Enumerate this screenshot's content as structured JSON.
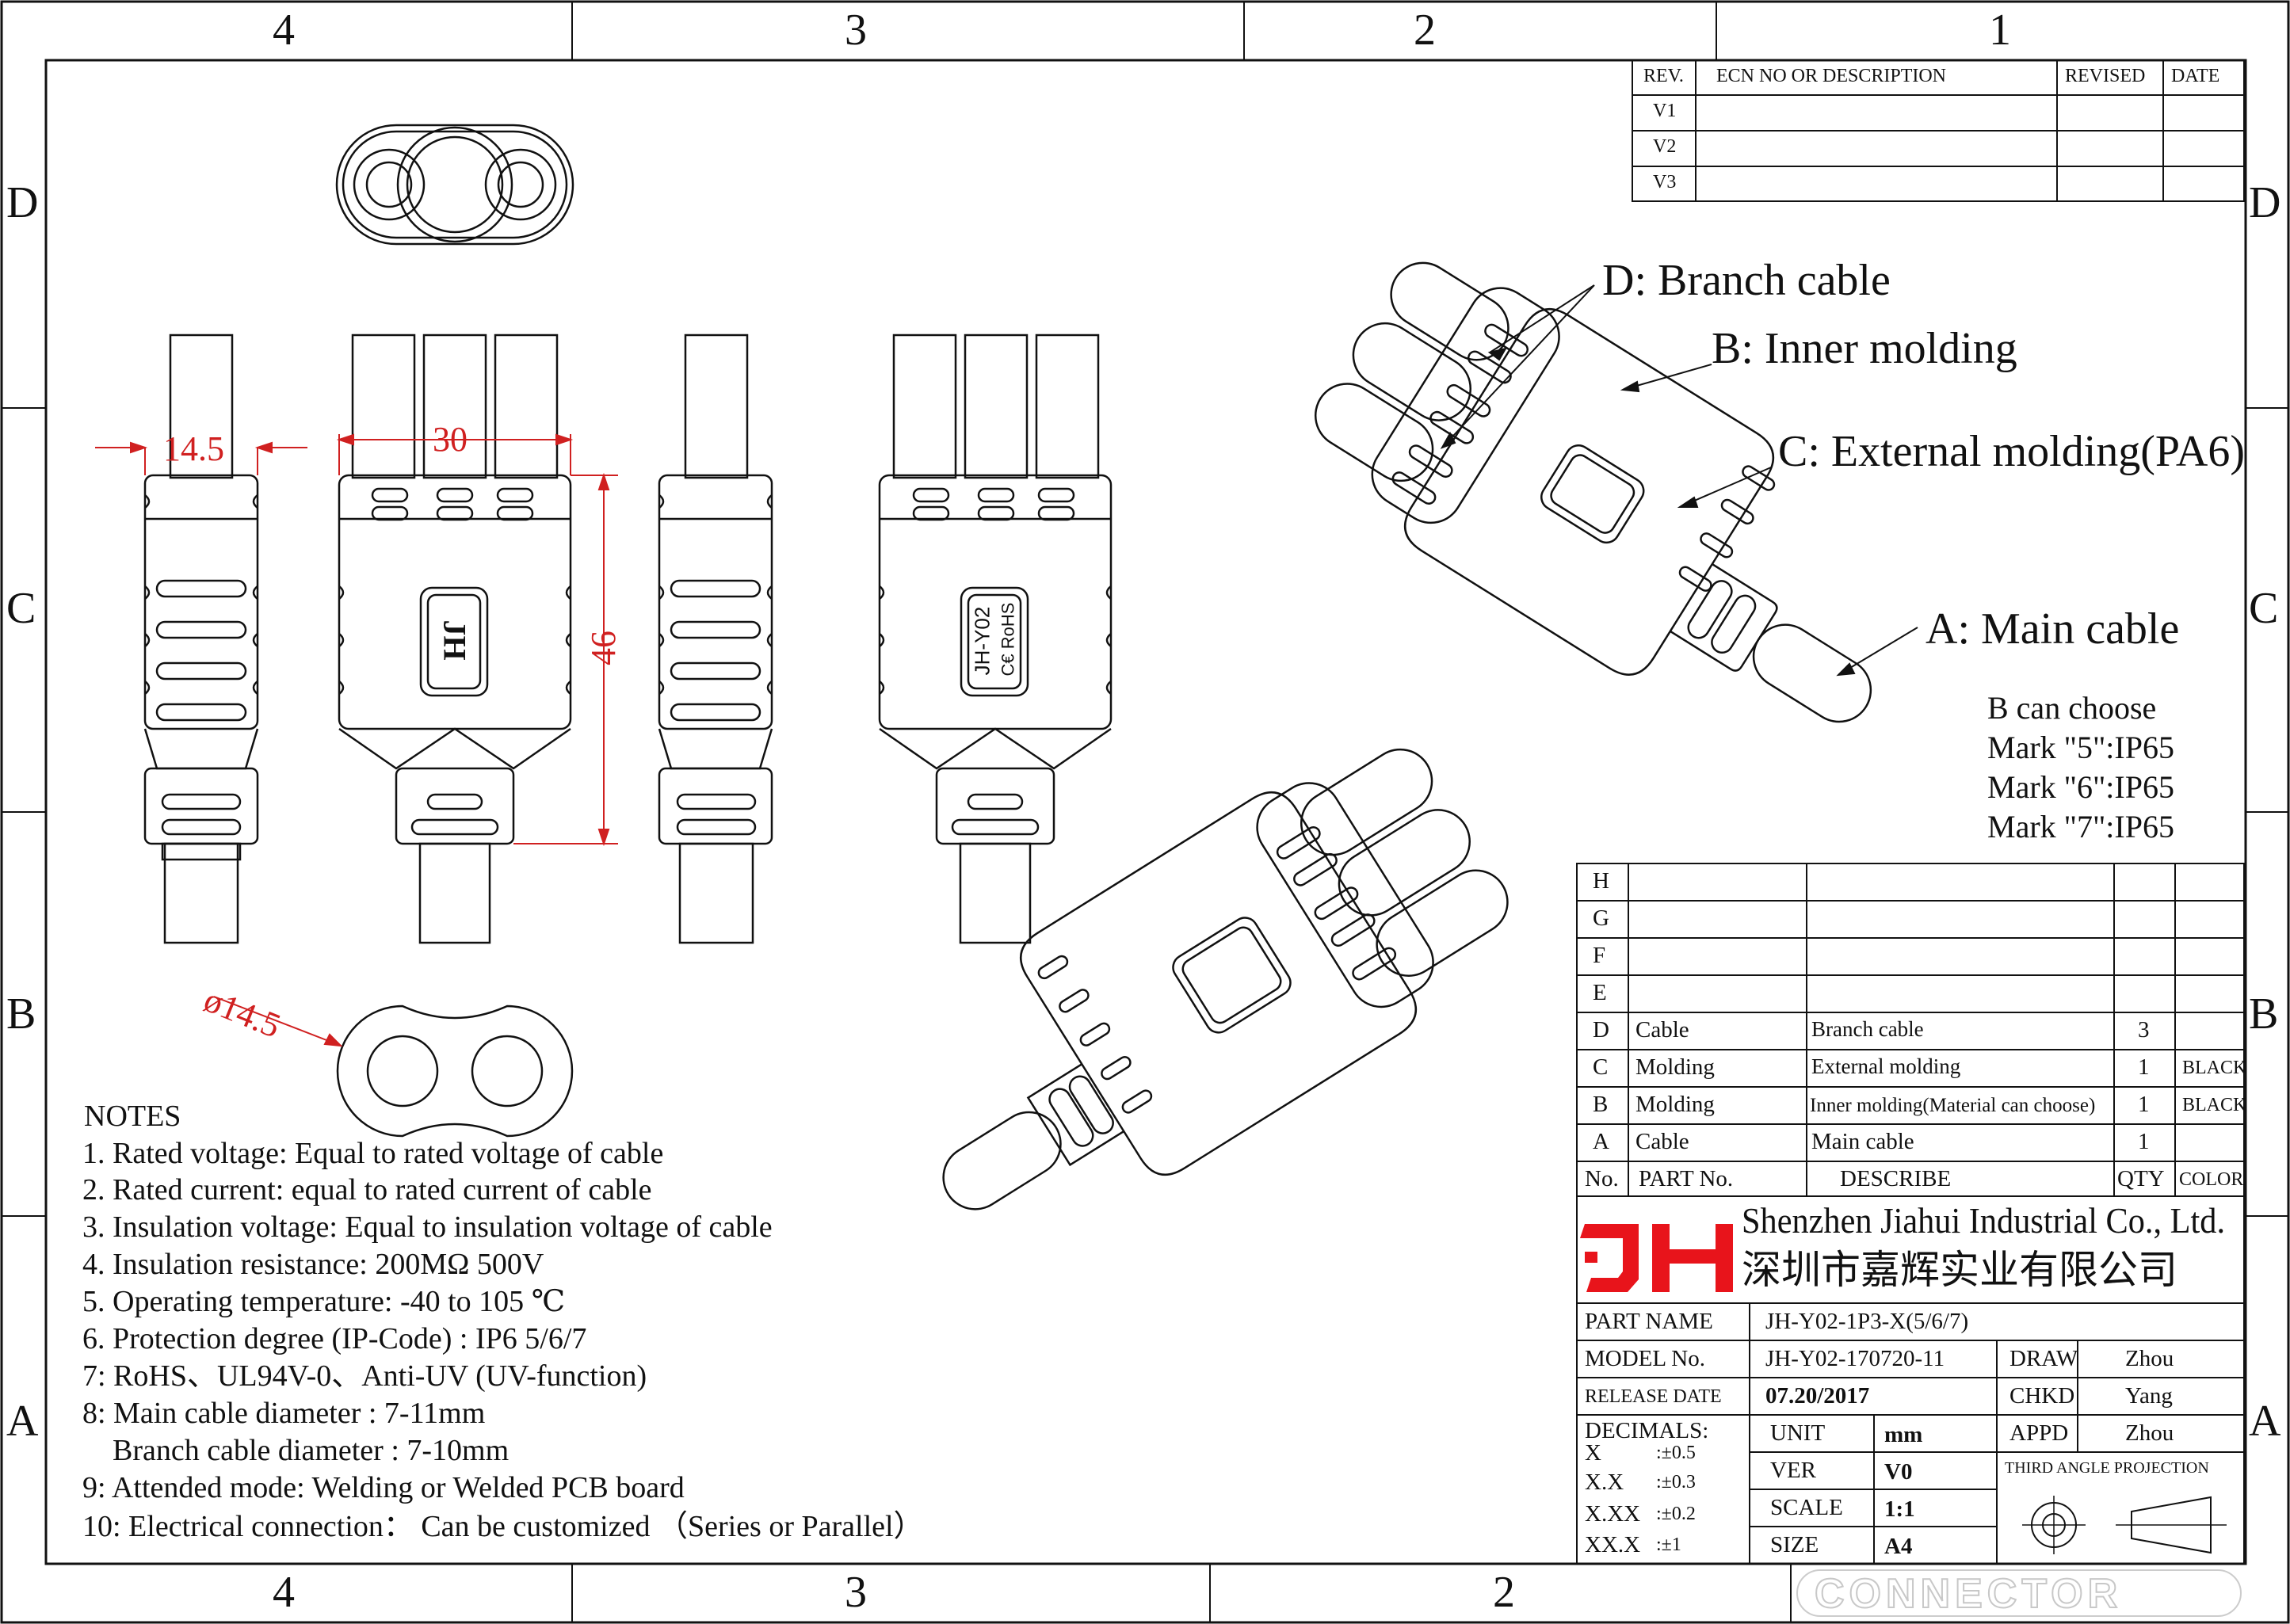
{
  "zones": {
    "top": [
      "4",
      "3",
      "2",
      "1"
    ],
    "bottom": [
      "4",
      "3",
      "2"
    ],
    "left": [
      "D",
      "C",
      "B",
      "A"
    ],
    "right": [
      "D",
      "C",
      "B",
      "A"
    ]
  },
  "revision_table": {
    "headers": [
      "REV.",
      "ECN NO OR DESCRIPTION",
      "REVISED",
      "DATE"
    ],
    "rows": [
      "V1",
      "V2",
      "V3"
    ]
  },
  "dimensions": {
    "width_side": "14.5",
    "width_front": "30",
    "height": "46",
    "diameter": "ø14.5"
  },
  "logo_marks": {
    "front_logo": "JH",
    "rear_model": "JH-Y02",
    "rear_cert": "C€ RoHS"
  },
  "callouts": {
    "branch": "D: Branch cable",
    "inner": "B: Inner molding",
    "external": "C: External molding(PA6)",
    "main": "A: Main cable"
  },
  "choose_note": [
    "B can choose",
    "Mark \"5\":IP65",
    "Mark \"6\":IP65",
    "Mark \"7\":IP65"
  ],
  "notes": {
    "title": "NOTES",
    "items": [
      "1. Rated voltage: Equal to rated voltage of cable",
      "2. Rated current: equal to rated  current of cable",
      "3. Insulation voltage: Equal to insulation voltage of cable",
      "4. Insulation resistance: 200MΩ 500V",
      "5. Operating temperature: -40 to 105 ℃",
      "6. Protection degree (IP-Code) : IP6 5/6/7",
      "7: RoHS、UL94V-0、Anti-UV (UV-function)",
      "8: Main cable diameter : 7-11mm",
      "    Branch cable diameter : 7-10mm",
      "9: Attended mode:  Welding or Welded PCB board",
      "10: Electrical connection： Can be customized （Series or Parallel）"
    ]
  },
  "bom": {
    "empty_rows": [
      "H",
      "G",
      "F",
      "E"
    ],
    "rows": [
      {
        "no": "D",
        "part": "Cable",
        "desc": "Branch cable",
        "qty": "3",
        "color": ""
      },
      {
        "no": "C",
        "part": "Molding",
        "desc": "External molding",
        "qty": "1",
        "color": "BLACK"
      },
      {
        "no": "B",
        "part": "Molding",
        "desc": "Inner molding(Material can choose)",
        "qty": "1",
        "color": "BLACK"
      },
      {
        "no": "A",
        "part": "Cable",
        "desc": "Main cable",
        "qty": "1",
        "color": ""
      }
    ],
    "header": {
      "no": "No.",
      "part": "PART No.",
      "desc": "DESCRIBE",
      "qty": "QTY",
      "color": "COLOR"
    }
  },
  "company": {
    "logo": "JH",
    "name_en": "Shenzhen Jiahui Industrial Co., Ltd.",
    "name_cn": "深圳市嘉辉实业有限公司",
    "logo_color": "#e8141b"
  },
  "title_block": {
    "part_name_label": "PART NAME",
    "part_name": "JH-Y02-1P3-X(5/6/7)",
    "model_label": "MODEL No.",
    "model": "JH-Y02-170720-11",
    "release_label": "RELEASE DATE",
    "release": "07.20/2017",
    "draw_label": "DRAW",
    "draw": "Zhou",
    "chkd_label": "CHKD",
    "chkd": "Yang",
    "appd_label": "APPD",
    "appd": "Zhou",
    "decimals_label": "DECIMALS:",
    "decimals": [
      {
        "k": "X",
        "v": ":±0.5"
      },
      {
        "k": "X.X",
        "v": ":±0.3"
      },
      {
        "k": "X.XX",
        "v": ":±0.2"
      },
      {
        "k": "XX.X",
        "v": ":±1"
      }
    ],
    "unit_label": "UNIT",
    "unit": "mm",
    "ver_label": "VER",
    "ver": "V0",
    "scale_label": "SCALE",
    "scale": "1:1",
    "size_label": "SIZE",
    "size": "A4",
    "projection_label": "THIRD ANGLE PROJECTION"
  },
  "watermark": "CONNECTOR"
}
